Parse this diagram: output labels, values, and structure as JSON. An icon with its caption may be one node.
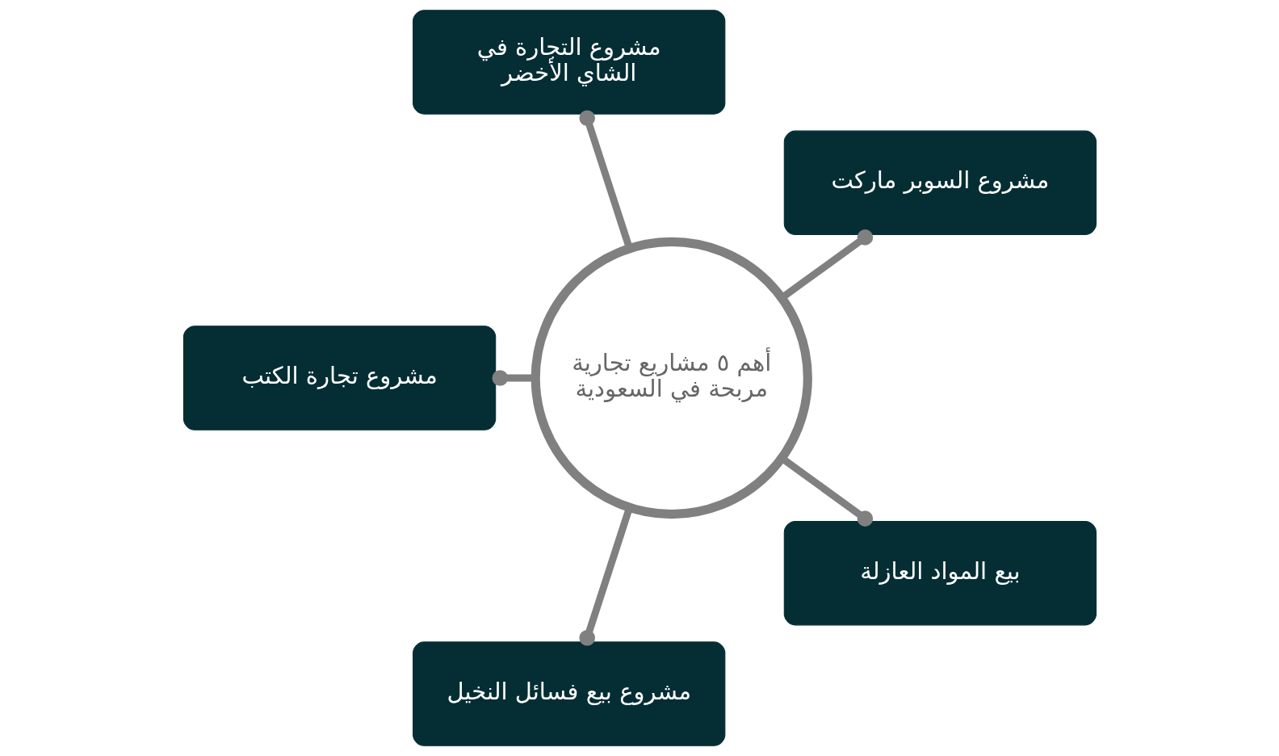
{
  "diagram": {
    "nodes": [
      {
        "text": [
          "أهم ٥ مشاريع تجارية مربحة في السعودية"
        ]
      },
      {
        "text": [
          "مشروع السوبر ماركت"
        ]
      },
      {
        "text": [
          "مشروع التجارة في الشاي الأخضر"
        ]
      },
      {
        "text": [
          "مشروع تجارة الكتب"
        ]
      },
      {
        "text": [
          "مشروع بيع فسائل النخيل"
        ]
      },
      {
        "text": [
          "بيع المواد العازلة"
        ]
      }
    ],
    "edges": [
      {
        "from": 0,
        "to": 1,
        "arrow": "other"
      },
      {
        "from": 0,
        "to": 2,
        "arrow": "other"
      },
      {
        "from": 0,
        "to": 3,
        "arrow": "other"
      },
      {
        "from": 0,
        "to": 4,
        "arrow": "other"
      },
      {
        "from": 0,
        "to": 5,
        "arrow": "other"
      }
    ]
  }
}
